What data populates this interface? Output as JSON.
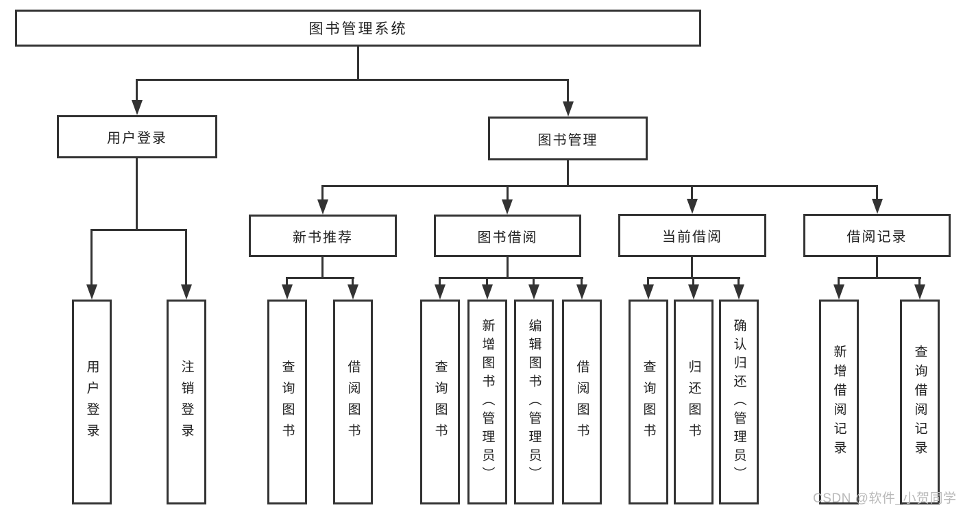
{
  "diagram": {
    "title": "图书管理系统",
    "level2": {
      "user_login": "用户登录",
      "book_management": "图书管理"
    },
    "level3": {
      "new_book": "新书推荐",
      "book_borrow": "图书借阅",
      "current_borrow": "当前借阅",
      "borrow_records": "借阅记录"
    },
    "leaves": {
      "user_login": [
        "用户登录",
        "注销登录"
      ],
      "new_book": [
        "查询图书",
        "借阅图书"
      ],
      "book_borrow": [
        "查询图书",
        "新增图书（管理员）",
        "编辑图书（管理员）",
        "借阅图书"
      ],
      "current_borrow": [
        "查询图书",
        "归还图书",
        "确认归还（管理员）"
      ],
      "borrow_records": [
        "新增借阅记录",
        "查询借阅记录"
      ]
    },
    "watermark": "CSDN @软件_小贺同学",
    "colors": {
      "line": "#333333",
      "text": "#222222",
      "watermark": "#b9b9b9"
    }
  }
}
